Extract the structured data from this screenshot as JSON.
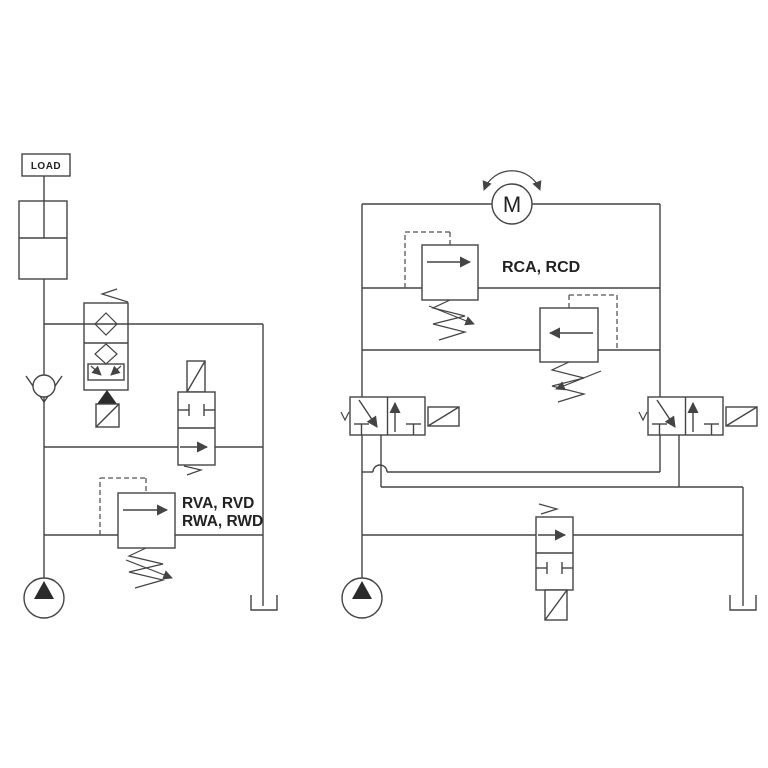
{
  "diagram": {
    "type": "hydraulic-schematic",
    "background_color": "#ffffff",
    "line_color": "#444444",
    "text_color": "#222222",
    "left_circuit": {
      "load_label": "LOAD",
      "valve_models_line1": "RVA, RVD",
      "valve_models_line2": "RWA, RWD"
    },
    "right_circuit": {
      "motor_label": "M",
      "valve_models": "RCA, RCD"
    }
  }
}
